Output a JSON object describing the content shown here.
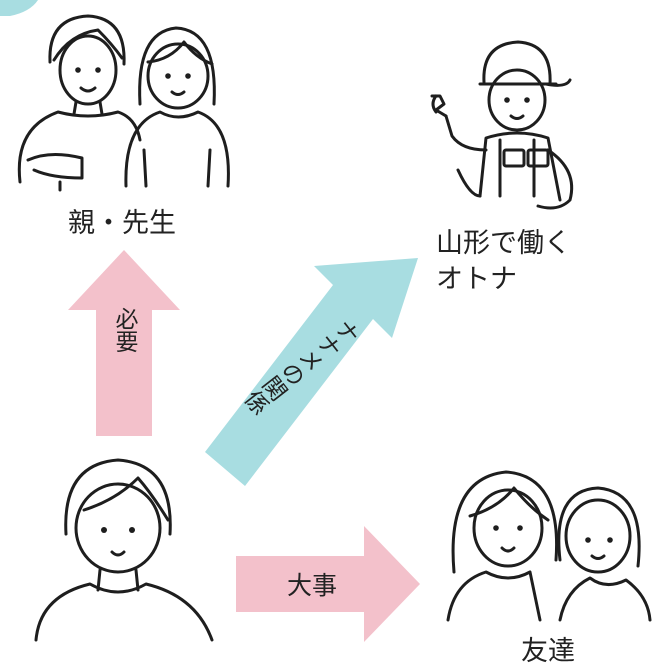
{
  "labels": {
    "parents_teachers": "親・先生",
    "working_adult_line1": "山形で働く",
    "working_adult_line2": "オトナ",
    "friends": "友達"
  },
  "arrows": {
    "up": "必要",
    "diagonal": "ナナメの関係",
    "right": "大事"
  },
  "colors": {
    "pink_arrow": "#f3c1cb",
    "teal_arrow": "#a8dde1",
    "corner_accent": "#a8dde1",
    "ink": "#1e1e1e"
  },
  "icons": [
    "parents-teachers-illustration",
    "worker-illustration",
    "student-illustration",
    "friends-illustration"
  ]
}
